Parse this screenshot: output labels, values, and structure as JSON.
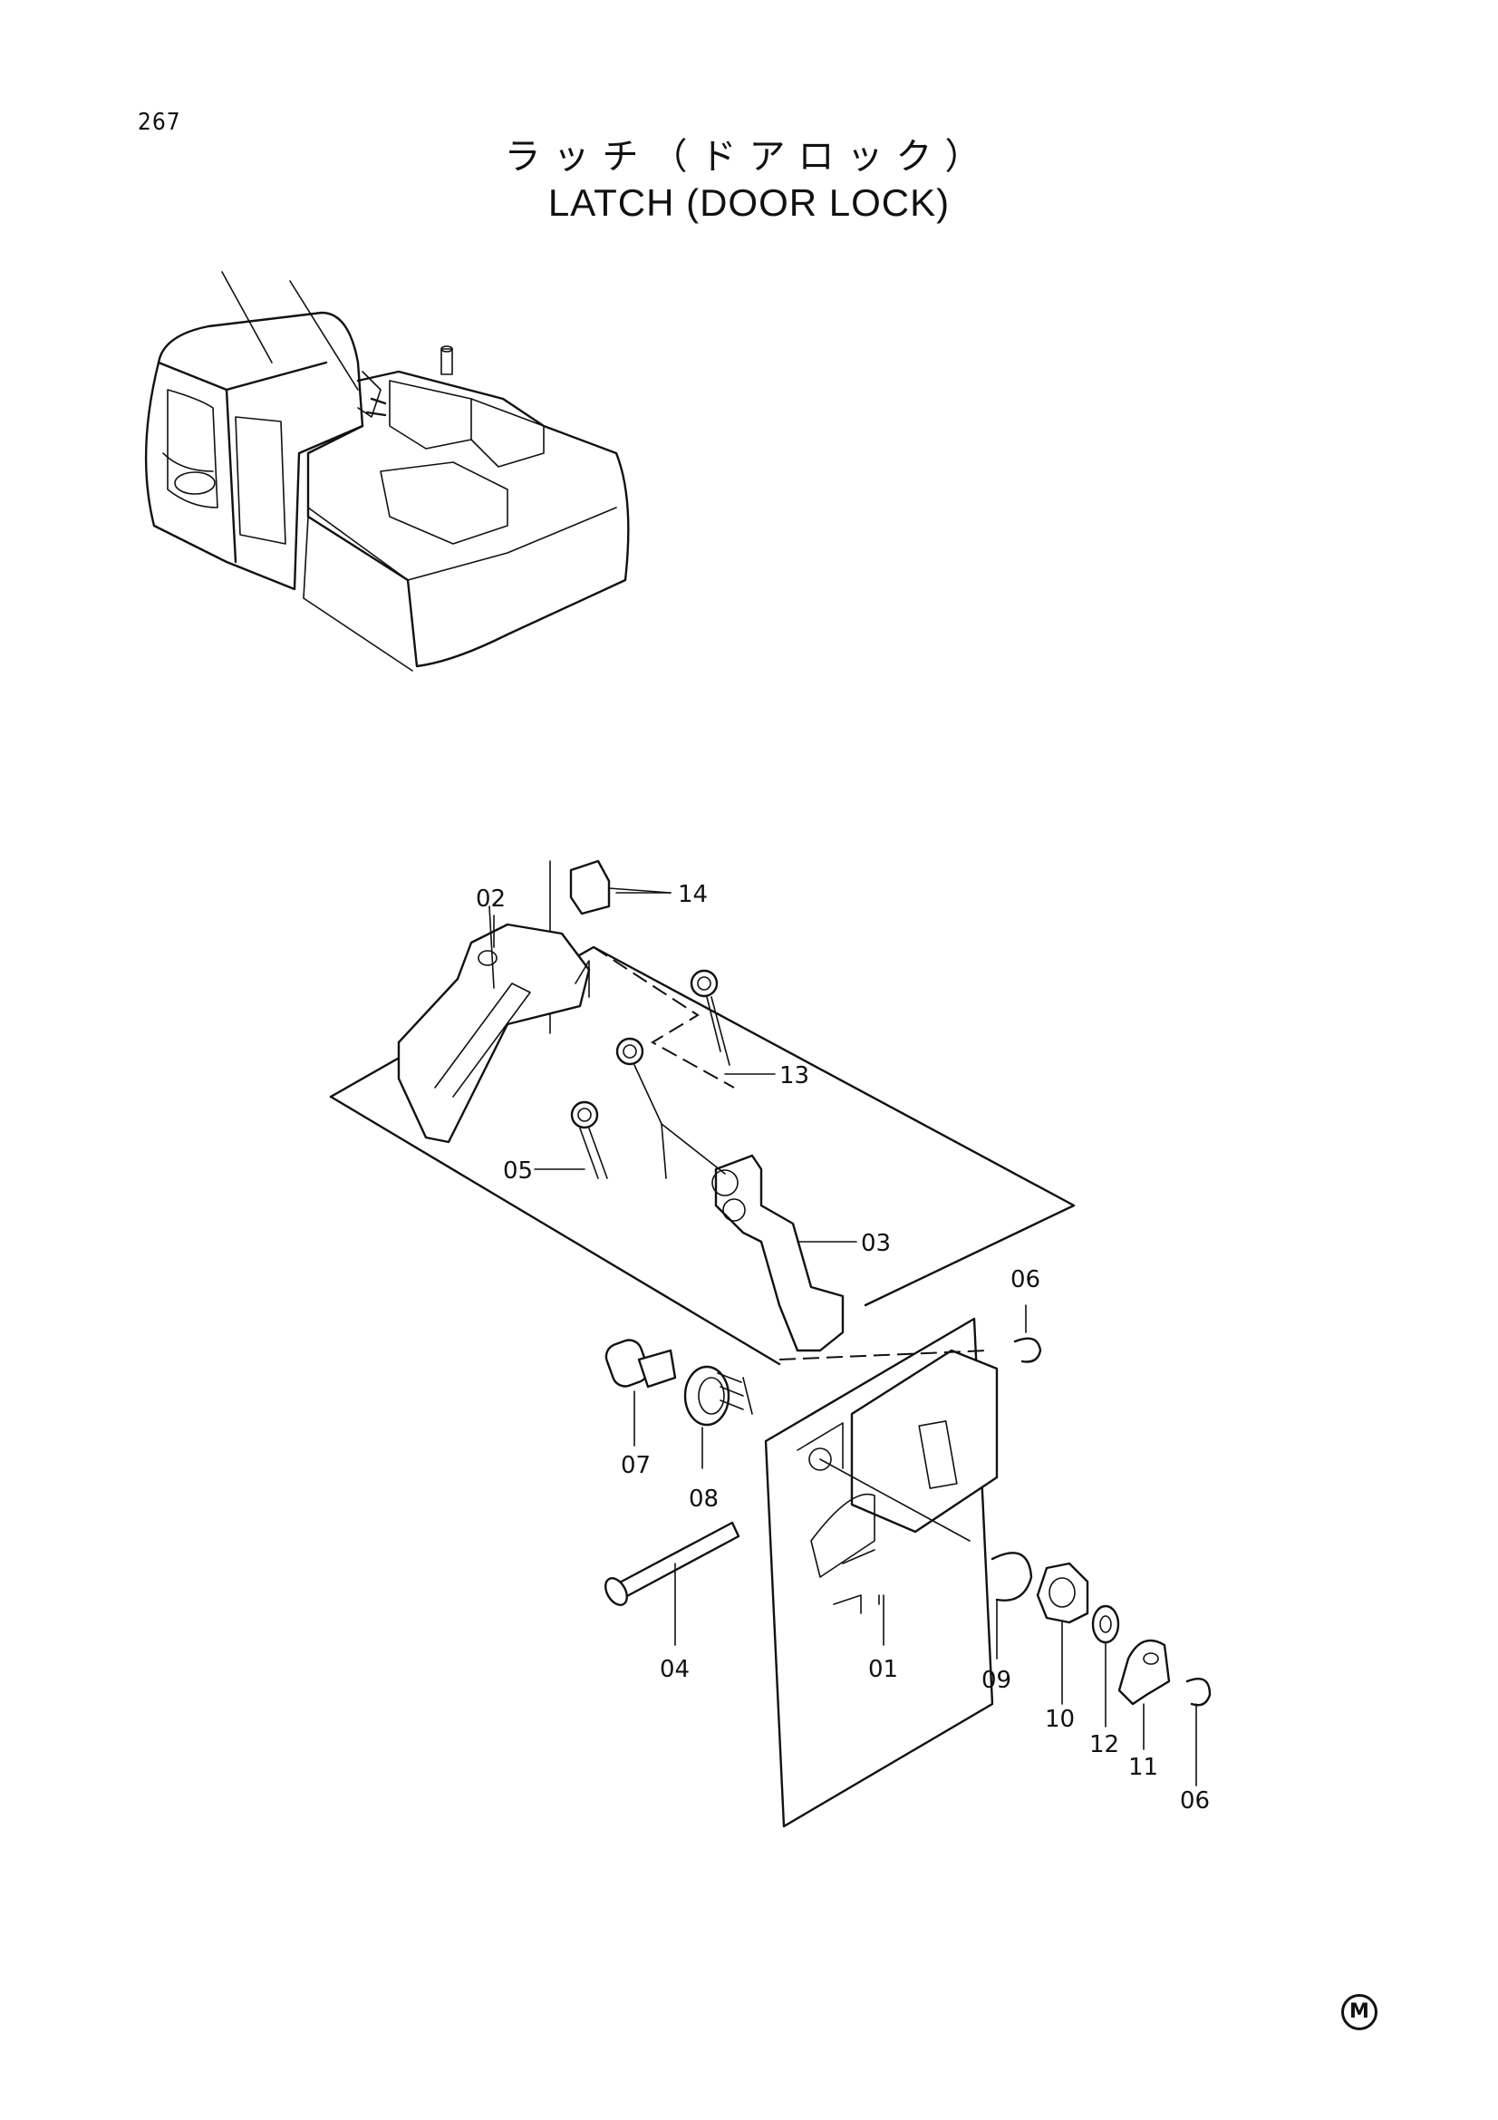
{
  "page_number": "267",
  "title_jp": "ラッチ（ドアロック）",
  "title_en": "LATCH (DOOR LOCK)",
  "callouts": {
    "c01": "01",
    "c02": "02",
    "c03": "03",
    "c04": "04",
    "c05": "05",
    "c06a": "06",
    "c06b": "06",
    "c07": "07",
    "c08": "08",
    "c09": "09",
    "c10": "10",
    "c11": "11",
    "c12": "12",
    "c13": "13",
    "c14": "14"
  },
  "corner_mark": "M"
}
